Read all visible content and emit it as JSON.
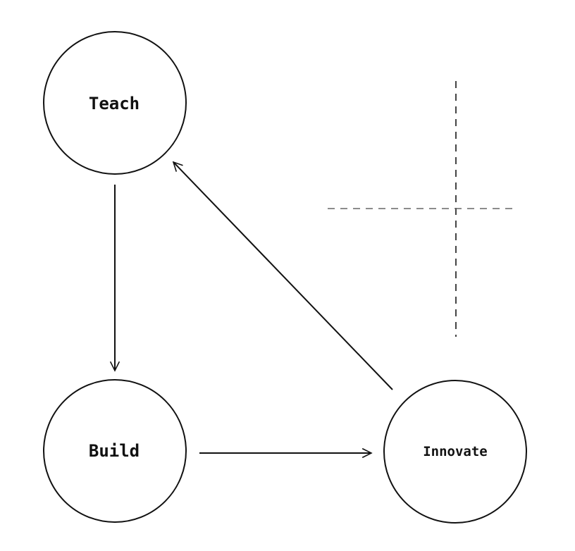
{
  "nodes": {
    "teach": {
      "label": "Teach"
    },
    "build": {
      "label": "Build"
    },
    "innovate": {
      "label": "Innovate"
    }
  },
  "edges": [
    {
      "from": "Teach",
      "to": "Build"
    },
    {
      "from": "Build",
      "to": "Innovate"
    },
    {
      "from": "Innovate",
      "to": "Teach"
    }
  ],
  "colors": {
    "stroke": "#111111",
    "dashed": "#555555",
    "background": "#ffffff"
  }
}
